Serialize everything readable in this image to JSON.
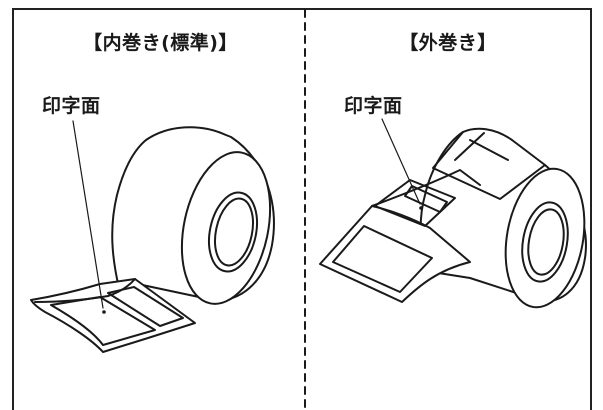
{
  "left_panel": {
    "title": "【内巻き(標準)】",
    "print_surface_label": "印字面"
  },
  "right_panel": {
    "title": "【外巻き】",
    "print_surface_label": "印字面"
  },
  "colors": {
    "line": "#1a1a1a",
    "background": "#ffffff"
  }
}
